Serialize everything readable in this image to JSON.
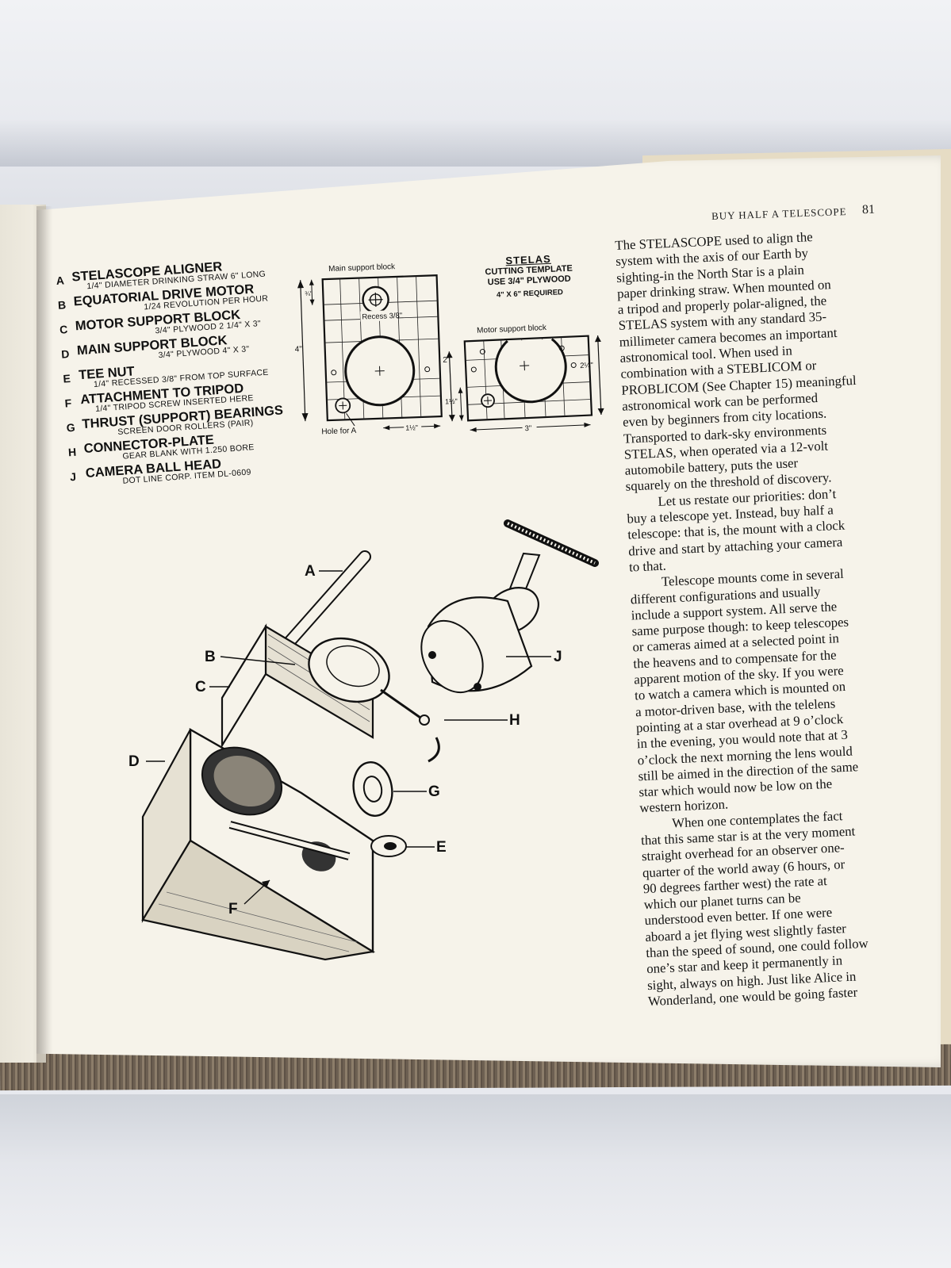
{
  "header": {
    "running_head": "BUY HALF A TELESCOPE",
    "page_number": "81"
  },
  "parts_list": [
    {
      "letter": "A",
      "name": "STELASCOPE ALIGNER",
      "spec": "1/4\" DIAMETER DRINKING STRAW 6\" LONG"
    },
    {
      "letter": "B",
      "name": "EQUATORIAL DRIVE MOTOR",
      "spec": "1/24 REVOLUTION PER HOUR"
    },
    {
      "letter": "C",
      "name": "MOTOR SUPPORT BLOCK",
      "spec": "3/4\" PLYWOOD 2 1/4\" X 3\""
    },
    {
      "letter": "D",
      "name": "MAIN SUPPORT BLOCK",
      "spec": "3/4\" PLYWOOD 4\" X 3\""
    },
    {
      "letter": "E",
      "name": "TEE NUT",
      "spec": "1/4\" RECESSED 3/8\" FROM TOP SURFACE"
    },
    {
      "letter": "F",
      "name": "ATTACHMENT TO TRIPOD",
      "spec": "1/4\" TRIPOD SCREW INSERTED HERE"
    },
    {
      "letter": "G",
      "name": "THRUST (SUPPORT) BEARINGS",
      "spec": "SCREEN DOOR ROLLERS (PAIR)"
    },
    {
      "letter": "H",
      "name": "CONNECTOR-PLATE",
      "spec": "GEAR BLANK WITH 1.250 BORE"
    },
    {
      "letter": "J",
      "name": "CAMERA BALL HEAD",
      "spec": "DOT LINE CORP. ITEM DL-0609"
    }
  ],
  "template": {
    "title": "STELAS",
    "line1": "CUTTING TEMPLATE",
    "line2": "USE 3/4\" PLYWOOD",
    "line3": "4\" X 6\" REQUIRED",
    "main_block_label": "Main support block",
    "recess_label": "Recess 3/8\"",
    "hole_label": "Hole for A",
    "motor_block_label": "Motor support block",
    "dim_3_4": "¾\"",
    "dim_4": "4\"",
    "dim_2": "2\"",
    "dim_1_half": "1½\"",
    "dim_1_half_b": "1½\"",
    "dim_2_quarter": "2¼\"",
    "dim_3": "3\""
  },
  "callouts": {
    "a": "A",
    "b": "B",
    "c": "C",
    "d": "D",
    "e": "E",
    "f": "F",
    "g": "G",
    "h": "H",
    "j": "J"
  },
  "body": {
    "p1": [
      "The STELASCOPE used to align the",
      "system with the axis of our Earth by",
      "sighting-in the North Star is a plain",
      "paper drinking straw. When mounted on",
      "a tripod and properly polar-aligned, the",
      "STELAS system with any standard 35-",
      "millimeter camera becomes an important",
      "astronomical tool. When used in",
      "combination with a STEBLICOM or",
      "PROBLICOM (See Chapter 15) meaningful",
      "astronomical work can be performed",
      "even by beginners from city locations.",
      "Transported to dark-sky environments",
      "STELAS, when operated via a 12-volt",
      "automobile battery, puts the user",
      "squarely on the threshold of discovery."
    ],
    "p2": [
      "Let us restate our priorities: don’t",
      "buy a telescope yet. Instead, buy half a",
      "telescope: that is, the mount with a clock",
      "drive and start by attaching your camera",
      "to that."
    ],
    "p3": [
      "Telescope mounts come in several",
      "different configurations and usually",
      "include a support system. All serve the",
      "same purpose though: to keep telescopes",
      "or cameras aimed at a selected point in",
      "the heavens and to compensate for the",
      "apparent motion of the sky. If you were",
      "to watch a camera which is mounted on",
      "a motor-driven base, with the telelens",
      "pointing at a star overhead at 9 o’clock",
      "in the evening, you would note that at 3",
      "o’clock the next morning the lens would",
      "still be aimed in the direction of the same",
      "star which would now be low on the",
      "western horizon."
    ],
    "p4": [
      "When one contemplates the fact",
      "that this same star is at the very moment",
      "straight overhead for an observer one-",
      "quarter of the world away (6 hours, or",
      "90 degrees farther west) the rate at",
      "which our planet turns can be",
      "understood even better. If one were",
      "aboard a jet flying west slightly faster",
      "than the speed of sound, one could follow",
      "one’s star and keep it permanently in",
      "sight, always on high. Just like Alice in",
      "Wonderland, one would be going faster"
    ]
  }
}
